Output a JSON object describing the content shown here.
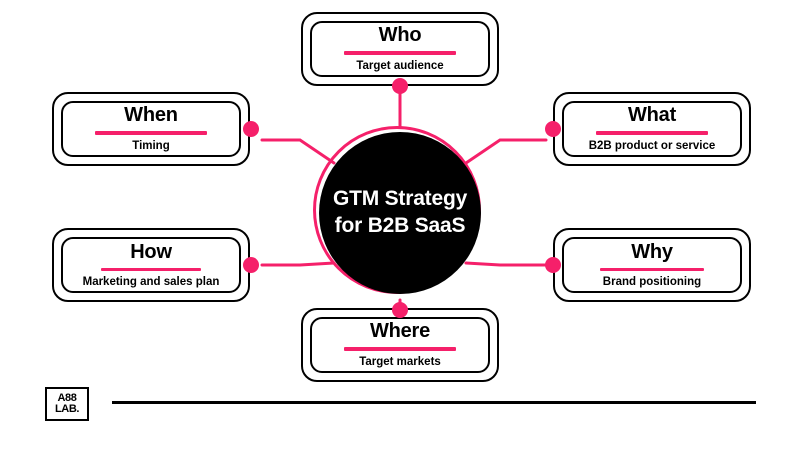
{
  "center": {
    "line1": "GTM Strategy",
    "line2": "for B2B SaaS"
  },
  "colors": {
    "accent": "#F5206A",
    "ink": "#000000",
    "surface": "#FFFFFF"
  },
  "nodes": [
    {
      "id": "who",
      "title": "Who",
      "subtitle": "Target audience"
    },
    {
      "id": "when",
      "title": "When",
      "subtitle": "Timing"
    },
    {
      "id": "what",
      "title": "What",
      "subtitle": "B2B product or service"
    },
    {
      "id": "how",
      "title": "How",
      "subtitle": "Marketing and sales plan"
    },
    {
      "id": "why",
      "title": "Why",
      "subtitle": "Brand positioning"
    },
    {
      "id": "where",
      "title": "Where",
      "subtitle": "Target markets"
    }
  ],
  "footer": {
    "logo_line1": "A88",
    "logo_line2": "LAB."
  }
}
